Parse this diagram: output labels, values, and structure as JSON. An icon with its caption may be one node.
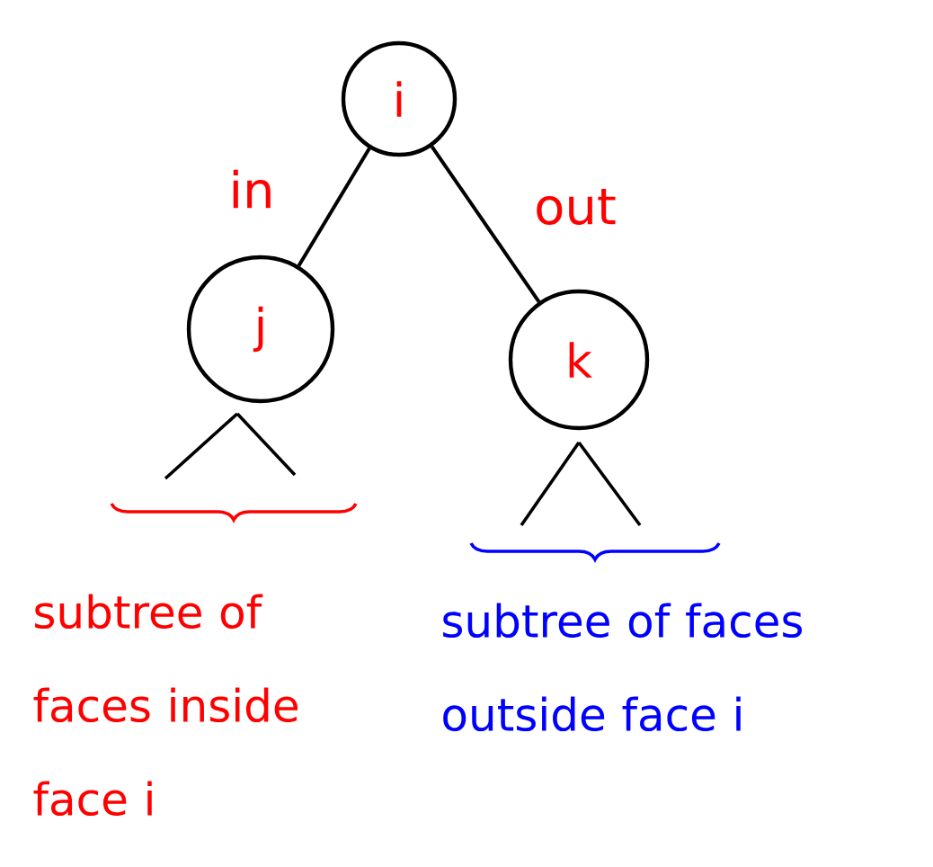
{
  "diagram": {
    "nodes": [
      {
        "text": [
          "i"
        ]
      },
      {
        "text": [
          "j"
        ]
      },
      {
        "text": [
          "k"
        ]
      }
    ],
    "edges": [
      {
        "from": 0,
        "to": 1,
        "arrow": "none",
        "label": "in"
      },
      {
        "from": 0,
        "to": 2,
        "arrow": "none",
        "label": "out"
      }
    ],
    "labels": [
      "subtree of faces inside face i",
      "subtree of faces outside face i"
    ]
  }
}
